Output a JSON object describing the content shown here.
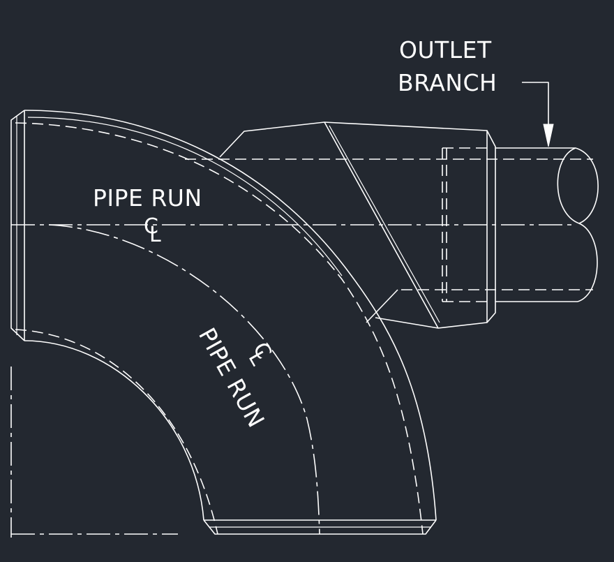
{
  "drawing": {
    "background_color": "#232830",
    "line_color": "#ffffff",
    "labels": {
      "outlet_line1": "OUTLET",
      "outlet_line2": "BRANCH",
      "pipe_run_horizontal": "PIPE RUN",
      "pipe_run_curved": "PIPE RUN",
      "centerline_c": "C",
      "centerline_l": "L"
    }
  }
}
